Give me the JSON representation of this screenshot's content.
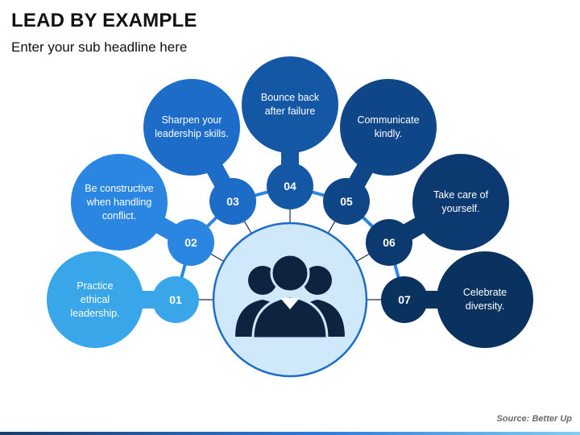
{
  "header": {
    "title": "LEAD BY EXAMPLE",
    "subtitle": "Enter your sub headline here"
  },
  "steps": [
    {
      "num": "01",
      "text": "Practice\nethical\nleadership.",
      "color": "#3aa6ea"
    },
    {
      "num": "02",
      "text": "Be constructive\nwhen handling\nconflict.",
      "color": "#2a86e0"
    },
    {
      "num": "03",
      "text": "Sharpen your\nleadership skills.",
      "color": "#1d6cc7"
    },
    {
      "num": "04",
      "text": "Bounce back\nafter failure",
      "color": "#1458a5"
    },
    {
      "num": "05",
      "text": "Communicate\nkindly.",
      "color": "#0f4687"
    },
    {
      "num": "06",
      "text": "Take care of\nyourself.",
      "color": "#0c3a70"
    },
    {
      "num": "07",
      "text": "Celebrate\ndiversity.",
      "color": "#0a325f"
    }
  ],
  "center": {
    "icon": "business-team-icon",
    "fill": "#cfe9fb",
    "stroke": "#1d6cc7"
  },
  "footer": {
    "source": "Source: Better Up"
  }
}
